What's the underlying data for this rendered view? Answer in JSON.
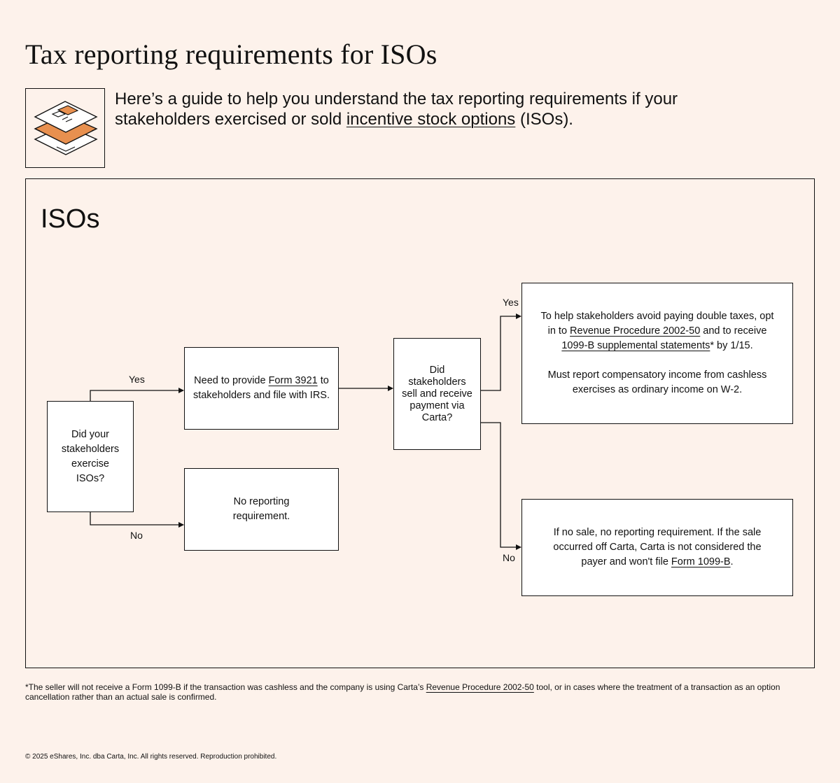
{
  "title": "Tax reporting requirements for ISOs",
  "intro": {
    "text_before": "Here’s a guide to help you understand the tax reporting requirements if your stakeholders exercised or sold ",
    "link": "incentive stock options",
    "text_after": " (ISOs)."
  },
  "section_title": "ISOs",
  "nodes": {
    "exercise_question": "Did your stakeholders exercise ISOs?",
    "provide_3921": {
      "before": "Need to provide ",
      "link": "Form 3921",
      "after": " to stakeholders and file with IRS."
    },
    "no_reporting": "No reporting requirement.",
    "sell_question": "Did stakeholders sell and receive payment via Carta?",
    "yes_result": {
      "p1_before": "To help stakeholders avoid paying double taxes, opt in to ",
      "p1_link1": "Revenue Procedure 2002-50",
      "p1_middle": " and to receive ",
      "p1_link2": "1099-B supplemental statements",
      "p1_after": "* by 1/15.",
      "p2": "Must report compensatory income from cashless exercises as ordinary income on W-2."
    },
    "no_result": {
      "before": "If no sale, no reporting requirement. If the sale occurred off Carta, Carta is not considered the payer and won't file ",
      "link": "Form 1099-B",
      "after": "."
    }
  },
  "edge_labels": {
    "yes_1": "Yes",
    "no_1": "No",
    "yes_2": "Yes",
    "no_2": "No"
  },
  "footnote": {
    "before": "*The seller will not receive a Form 1099-B if the transaction was cashless and the company is using Carta’s ",
    "link": "Revenue Procedure 2002-50",
    "after": " tool, or in cases where the treatment of a transaction as an option cancellation rather than an actual sale is confirmed."
  },
  "copyright": "© 2025 eShares, Inc. dba Carta, Inc. All rights reserved. Reproduction prohibited.",
  "icon_name": "stacked-documents-icon",
  "colors": {
    "background": "#fdf2eb",
    "accent": "#e8904f",
    "ink": "#111111"
  }
}
